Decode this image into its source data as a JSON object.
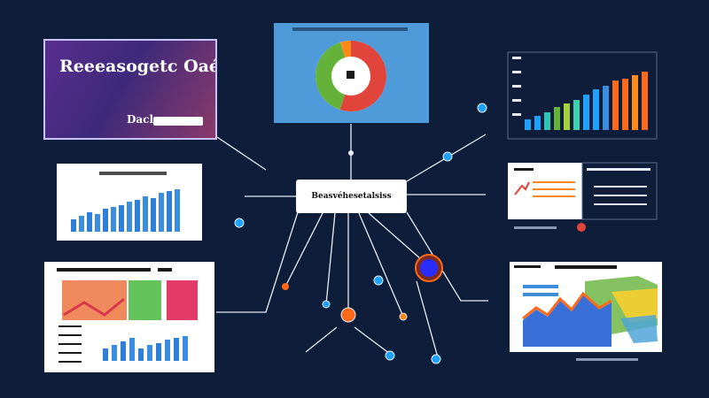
{
  "hero": {
    "title": "Reeeasogetc Oaé",
    "subtitle": "Daclo"
  },
  "hub": {
    "label": "Beasvéhesetalsiss"
  },
  "colors": {
    "background": "#0e1e3a",
    "line": "#e6ecf5",
    "node_blue": "#1fa2ff",
    "node_orange": "#ff6a1a",
    "donut_red": "#e0443b",
    "donut_green": "#64b23a",
    "donut_orange": "#ff8a1a",
    "donut_bg": "#4f9bd9"
  },
  "icons": [
    "donut-chart-icon",
    "bar-chart-icon",
    "area-chart-icon",
    "node-dot-icon"
  ]
}
